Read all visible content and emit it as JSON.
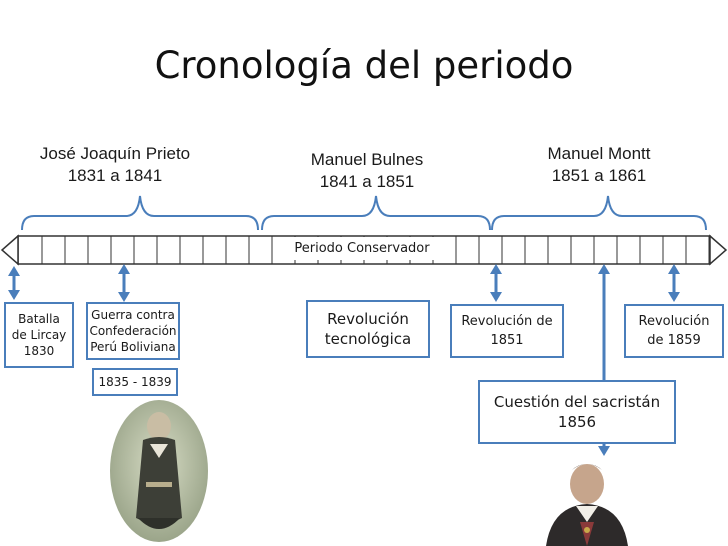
{
  "title": "Cronología del periodo",
  "presidents": [
    {
      "name": "José Joaquín Prieto",
      "years": "1831 a 1841"
    },
    {
      "name": "Manuel Bulnes",
      "years": "1841 a 1851"
    },
    {
      "name": "Manuel Montt",
      "years": "1851 a 1861"
    }
  ],
  "period_label": "Periodo Conservador",
  "events": {
    "lircay": {
      "line1": "Batalla",
      "line2": "de Lircay",
      "line3": "1830"
    },
    "guerra": {
      "line1": "Guerra contra",
      "line2": "Confederación",
      "line3": "Perú Boliviana"
    },
    "guerra_years": "1835 - 1839",
    "revtec": {
      "line1": "Revolución",
      "line2": "tecnológica"
    },
    "rev1851": {
      "line1": "Revolución de",
      "line2": "1851"
    },
    "rev1859": {
      "line1": "Revolución",
      "line2": "de 1859"
    },
    "sacristan": {
      "line1": "Cuestión del sacristán",
      "line2": "1856"
    }
  },
  "colors": {
    "box_border": "#4a7ebb",
    "arrow": "#4a7ebb",
    "brace": "#4a7ebb",
    "timeline": "#333333"
  }
}
